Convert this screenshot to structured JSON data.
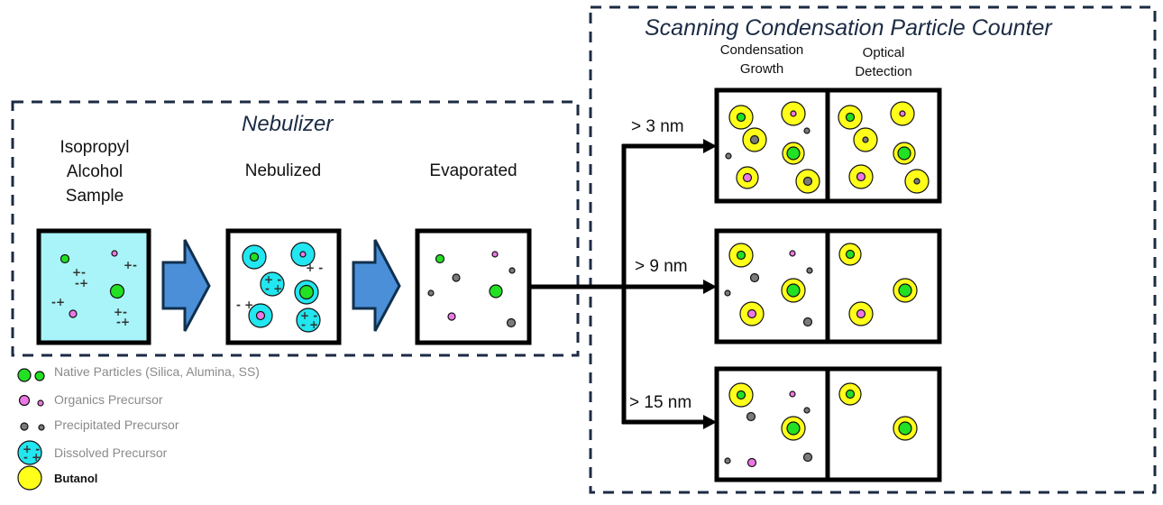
{
  "nebulizer": {
    "title": "Nebulizer",
    "stages": [
      {
        "label_lines": [
          "Isopropyl",
          "Alcohol",
          "Sample"
        ]
      },
      {
        "label_lines": [
          "Nebulized"
        ]
      },
      {
        "label_lines": [
          "Evaporated"
        ]
      }
    ]
  },
  "scpc": {
    "title": "Scanning Condensation Particle Counter",
    "column_headers": [
      {
        "lines": [
          "Condensation",
          "Growth"
        ]
      },
      {
        "lines": [
          "Optical",
          "Detection"
        ]
      }
    ],
    "size_cuts": [
      {
        "label": "> 3 nm"
      },
      {
        "label": "> 9 nm"
      },
      {
        "label": "> 15 nm"
      }
    ]
  },
  "legend": {
    "items": [
      {
        "label": "Native Particles (Silica, Alumina, SS)",
        "symbol": "green-particles"
      },
      {
        "label": "Organics Precursor",
        "symbol": "pink-particles"
      },
      {
        "label": "Precipitated Precursor",
        "symbol": "gray-particles"
      },
      {
        "label": "Dissolved Precursor",
        "symbol": "cyan-droplet"
      },
      {
        "label": "Butanol",
        "symbol": "yellow-droplet"
      }
    ]
  },
  "colors": {
    "dash_border": "#1c2b44",
    "native": "#22e022",
    "organic": "#ee77e6",
    "precipitated": "#7a7a7a",
    "dissolved": "#22e6f0",
    "butanol": "#ffff1a",
    "sample_fill": "#a8f4f8",
    "arrow_fill": "#4a8fd8",
    "arrow_stroke": "#10304d"
  }
}
